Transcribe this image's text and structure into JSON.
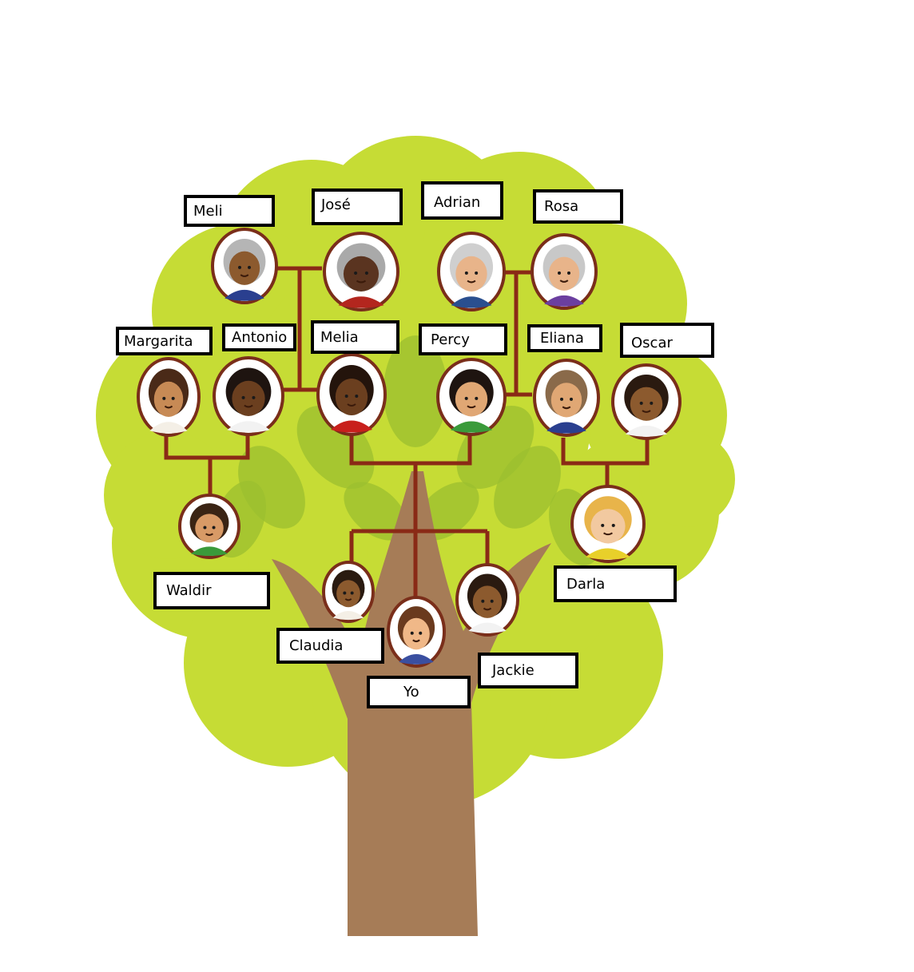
{
  "colors": {
    "canopy": "#c6dc35",
    "canopy_shade": "#a9c72a",
    "leaf": "#9bbf2f",
    "trunk": "#a67c57",
    "connector": "#8a2a16",
    "portrait_frame": "#7a2e1a",
    "label_border": "#000000"
  },
  "members": [
    {
      "id": "meli",
      "name": "Meli",
      "hair": "#b5b5b5",
      "skin": "#8c5a2e",
      "shirt": "#2a3f8f"
    },
    {
      "id": "jose",
      "name": "José",
      "hair": "#a9a9a9",
      "skin": "#5a3420",
      "shirt": "#b3261e"
    },
    {
      "id": "adrian",
      "name": "Adrian",
      "hair": "#cfcfcf",
      "skin": "#e8b48a",
      "shirt": "#2a4f8f"
    },
    {
      "id": "rosa",
      "name": "Rosa",
      "hair": "#c8c8c8",
      "skin": "#e8b48a",
      "shirt": "#6b3fa0"
    },
    {
      "id": "margarita",
      "name": "Margarita",
      "hair": "#4a2a18",
      "skin": "#c78a55",
      "shirt": "#f4efe6"
    },
    {
      "id": "antonio",
      "name": "Antonio",
      "hair": "#1e1410",
      "skin": "#6b3f1f",
      "shirt": "#f2f2f2"
    },
    {
      "id": "melia",
      "name": "Melia",
      "hair": "#24140c",
      "skin": "#6b3f1f",
      "shirt": "#c8201c"
    },
    {
      "id": "percy",
      "name": "Percy",
      "hair": "#1e1410",
      "skin": "#e0a774",
      "shirt": "#3a9a3a"
    },
    {
      "id": "eliana",
      "name": "Eliana",
      "hair": "#8a6a4a",
      "skin": "#e0a774",
      "shirt": "#2a3f8f"
    },
    {
      "id": "oscar",
      "name": "Oscar",
      "hair": "#2a1a10",
      "skin": "#8c5a2e",
      "shirt": "#f2f2f2"
    },
    {
      "id": "waldir",
      "name": "Waldir",
      "hair": "#3a2414",
      "skin": "#d89a66",
      "shirt": "#3a9a3a"
    },
    {
      "id": "darla",
      "name": "Darla",
      "hair": "#e8b44a",
      "skin": "#f2c9a0",
      "shirt": "#e8d02a"
    },
    {
      "id": "claudia",
      "name": "Claudia",
      "hair": "#2a1a10",
      "skin": "#8c5a2e",
      "shirt": "#f4efe6"
    },
    {
      "id": "yo",
      "name": "Yo",
      "hair": "#6a3a1e",
      "skin": "#f0b888",
      "shirt": "#3a4fa0"
    },
    {
      "id": "jackie",
      "name": "Jackie",
      "hair": "#2a1a10",
      "skin": "#8c5a2e",
      "shirt": "#f2f2f2"
    }
  ]
}
